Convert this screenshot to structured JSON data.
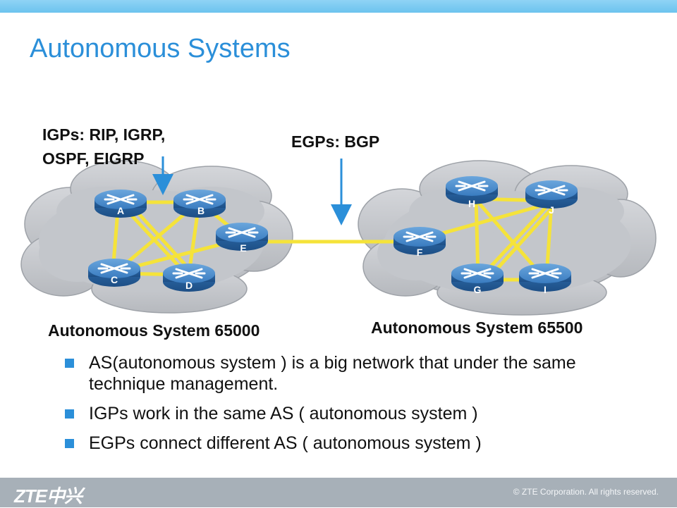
{
  "slide": {
    "title": "Autonomous Systems"
  },
  "diagram": {
    "igp_label_line1": "IGPs: RIP, IGRP,",
    "igp_label_line2": "OSPF, EIGRP",
    "egp_label": "EGPs: BGP",
    "as_left_label": "Autonomous System 65000",
    "as_right_label": "Autonomous System 65500",
    "routers": [
      {
        "label": "A"
      },
      {
        "label": "B"
      },
      {
        "label": "C"
      },
      {
        "label": "D"
      },
      {
        "label": "E"
      },
      {
        "label": "F"
      },
      {
        "label": "G"
      },
      {
        "label": "H"
      },
      {
        "label": "I"
      },
      {
        "label": "J"
      }
    ],
    "colors": {
      "cloud": "#c3c6cb",
      "link": "#f5e33a",
      "router": "#2f6fb0",
      "arrow": "#2b8fd9"
    }
  },
  "bullets": [
    {
      "text": "AS(autonomous system ) is a big network that under the same technique management."
    },
    {
      "text": "IGPs  work in the same AS ( autonomous system )"
    },
    {
      "text": "EGPs  connect different AS ( autonomous system )"
    }
  ],
  "footer": {
    "logo": "ZTE中兴",
    "copyright": "© ZTE Corporation. All rights reserved."
  }
}
